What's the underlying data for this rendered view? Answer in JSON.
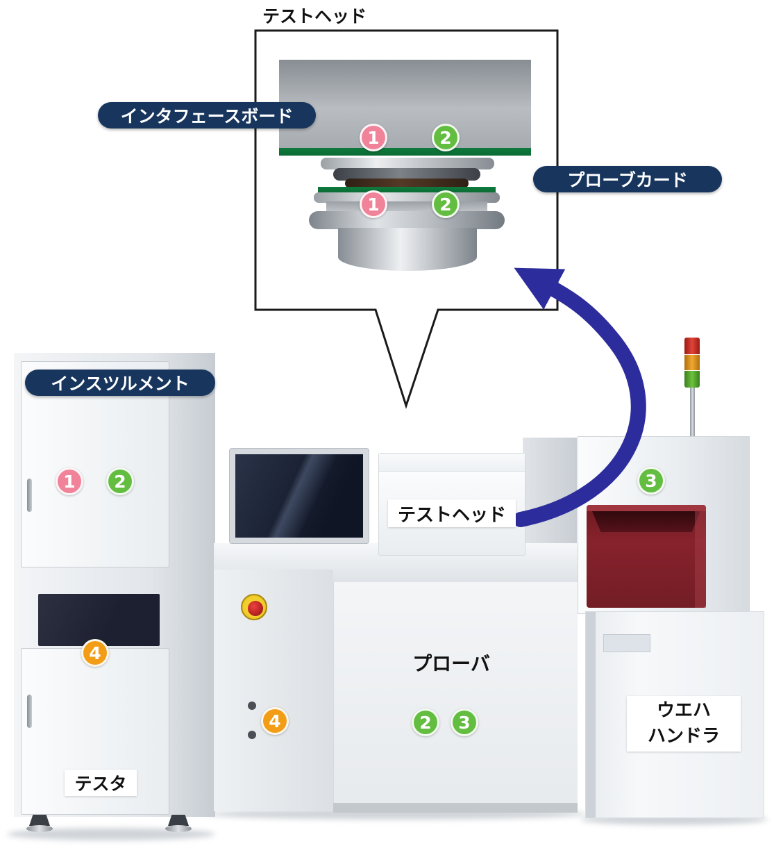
{
  "colors": {
    "pill_bg": "#17355d",
    "badge_pink": "#f0839a",
    "badge_green": "#63bd40",
    "badge_orange": "#f39c15",
    "arrow_blue": "#2c2c9c",
    "container_red": "#87222c",
    "board_green": "#0b6b34"
  },
  "callout": {
    "title": "テストヘッド",
    "interface_board_label": "インタフェースボード",
    "probe_card_label": "プローブカード"
  },
  "badges": {
    "n1": "1",
    "n2": "2",
    "n3": "3",
    "n4": "4"
  },
  "tester": {
    "instrument_label": "インスツルメント",
    "name_label": "テスタ"
  },
  "prober": {
    "test_head_label": "テストヘッド",
    "name_label": "プローバ"
  },
  "wafer_handler": {
    "name_line1": "ウエハ",
    "name_line2": "ハンドラ"
  }
}
